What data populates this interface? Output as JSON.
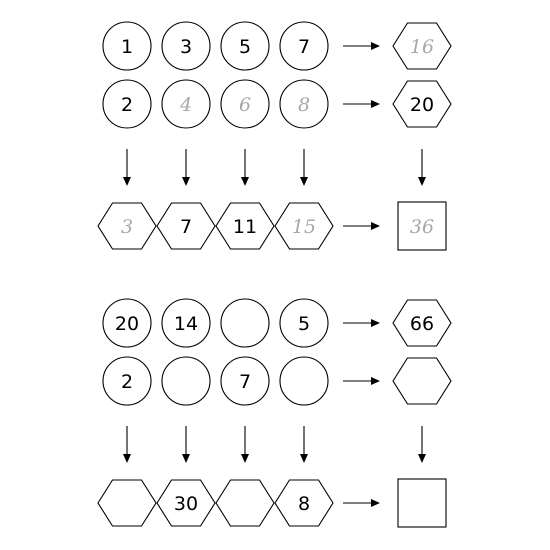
{
  "puzzles": [
    {
      "top_circles": [
        {
          "value": "1",
          "style": "printed"
        },
        {
          "value": "3",
          "style": "printed"
        },
        {
          "value": "5",
          "style": "printed"
        },
        {
          "value": "7",
          "style": "printed"
        }
      ],
      "top_hexagon": {
        "value": "16",
        "style": "handwritten"
      },
      "bottom_circles": [
        {
          "value": "2",
          "style": "printed"
        },
        {
          "value": "4",
          "style": "handwritten"
        },
        {
          "value": "6",
          "style": "handwritten"
        },
        {
          "value": "8",
          "style": "handwritten"
        }
      ],
      "bottom_hexagon": {
        "value": "20",
        "style": "printed"
      },
      "result_hexagons": [
        {
          "value": "3",
          "style": "handwritten"
        },
        {
          "value": "7",
          "style": "printed"
        },
        {
          "value": "11",
          "style": "printed"
        },
        {
          "value": "15",
          "style": "handwritten"
        }
      ],
      "result_square": {
        "value": "36",
        "style": "handwritten"
      }
    },
    {
      "top_circles": [
        {
          "value": "20",
          "style": "printed"
        },
        {
          "value": "14",
          "style": "printed"
        },
        {
          "value": "",
          "style": "printed"
        },
        {
          "value": "5",
          "style": "printed"
        }
      ],
      "top_hexagon": {
        "value": "66",
        "style": "printed"
      },
      "bottom_circles": [
        {
          "value": "2",
          "style": "printed"
        },
        {
          "value": "",
          "style": "printed"
        },
        {
          "value": "7",
          "style": "printed"
        },
        {
          "value": "",
          "style": "printed"
        }
      ],
      "bottom_hexagon": {
        "value": "",
        "style": "printed"
      },
      "result_hexagons": [
        {
          "value": "",
          "style": "printed"
        },
        {
          "value": "30",
          "style": "printed"
        },
        {
          "value": "",
          "style": "printed"
        },
        {
          "value": "8",
          "style": "printed"
        }
      ],
      "result_square": {
        "value": "",
        "style": "printed"
      }
    }
  ],
  "colors": {
    "stroke": "#000000",
    "printed_text": "#000000",
    "handwritten_text": "#a8a8a8",
    "background": "#ffffff"
  }
}
